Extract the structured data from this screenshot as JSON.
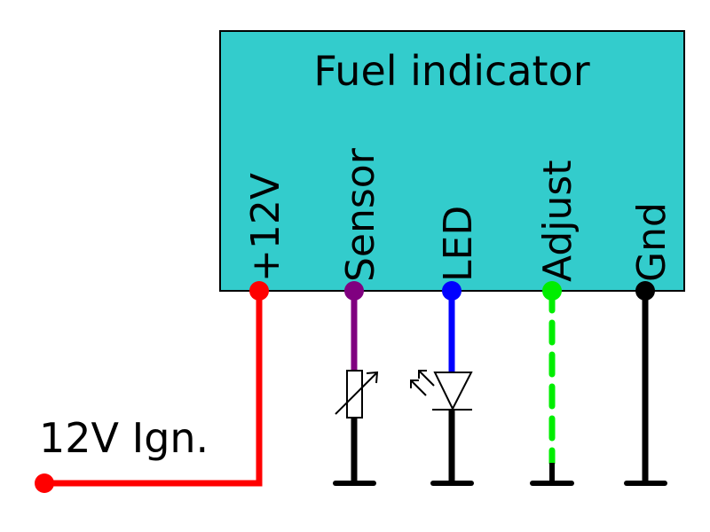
{
  "diagram": {
    "module": {
      "title": "Fuel indicator",
      "fill_color": "#33cccc",
      "border_color": "#000000"
    },
    "pins": [
      {
        "id": "plus12v",
        "label": "+12V",
        "wire_color": "#ff0000",
        "style": "solid",
        "component": "ignition-wire"
      },
      {
        "id": "sensor",
        "label": "Sensor",
        "wire_color": "#800080",
        "style": "solid",
        "component": "variable-resistor"
      },
      {
        "id": "led",
        "label": "LED",
        "wire_color": "#0000ff",
        "style": "solid",
        "component": "led"
      },
      {
        "id": "adjust",
        "label": "Adjust",
        "wire_color": "#00ee00",
        "style": "dashed",
        "component": "ground"
      },
      {
        "id": "gnd",
        "label": "Gnd",
        "wire_color": "#000000",
        "style": "solid",
        "component": "ground"
      }
    ],
    "ignition": {
      "label": "12V Ign.",
      "wire_color": "#ff0000"
    }
  }
}
